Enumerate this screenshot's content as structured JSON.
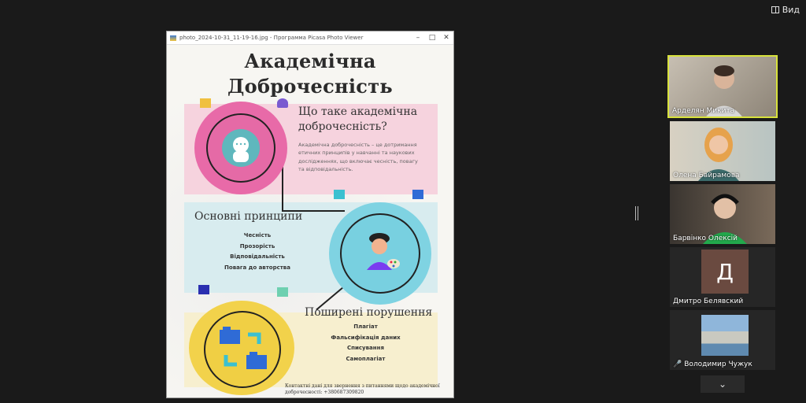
{
  "toolbar": {
    "view_label": "Вид"
  },
  "viewer": {
    "title": "photo_2024-10-31_11-19-16.jpg - Программа Picasa Photo Viewer",
    "minimize": "–",
    "maximize": "□",
    "close": "✕"
  },
  "poster": {
    "title_line1": "Академічна",
    "title_line2": "Доброчесність",
    "section1": {
      "heading_line1": "Що таке академічна",
      "heading_line2": "доброчесність?",
      "desc_lines": [
        "Академічна доброчесність – це дотримання",
        "етичних принципів у навчанні та наукових",
        "дослідженнях, що включає чесність, повагу",
        "та відповідальність."
      ]
    },
    "section2": {
      "heading": "Основні принципи",
      "items": [
        "Чесність",
        "Прозорість",
        "Відповідальність",
        "Повага до авторства"
      ]
    },
    "section3": {
      "heading": "Поширені порушення",
      "items": [
        "Плагіат",
        "Фальсифікація даних",
        "Списування",
        "Самоплагіат"
      ]
    },
    "footer_line1": "Контактні дані для звернення з питаннями щодо академічної",
    "footer_line2": "доброчесності: +380687309820"
  },
  "participants": [
    {
      "name": "Арделян Микита",
      "muted": false,
      "active": true,
      "bg": "#b8b0a4"
    },
    {
      "name": "Олена Байрамова",
      "muted": false,
      "active": false,
      "bg": "#c9c2b4"
    },
    {
      "name": "Барвінко Олексій",
      "muted": false,
      "active": false,
      "bg": "#6f6458"
    },
    {
      "name": "Дмитро  Белявский",
      "muted": false,
      "active": false,
      "avatar_letter": "Д"
    },
    {
      "name": "Володимир Чужук",
      "muted": true,
      "active": false,
      "bg": "#7fa2c0"
    }
  ],
  "colors": {
    "active_border": "#d8e23c",
    "pink": "#e86aa8",
    "cyan": "#7fd3e2",
    "yellow": "#f2d24b"
  },
  "scroll_down_icon": "chevron-down-icon"
}
